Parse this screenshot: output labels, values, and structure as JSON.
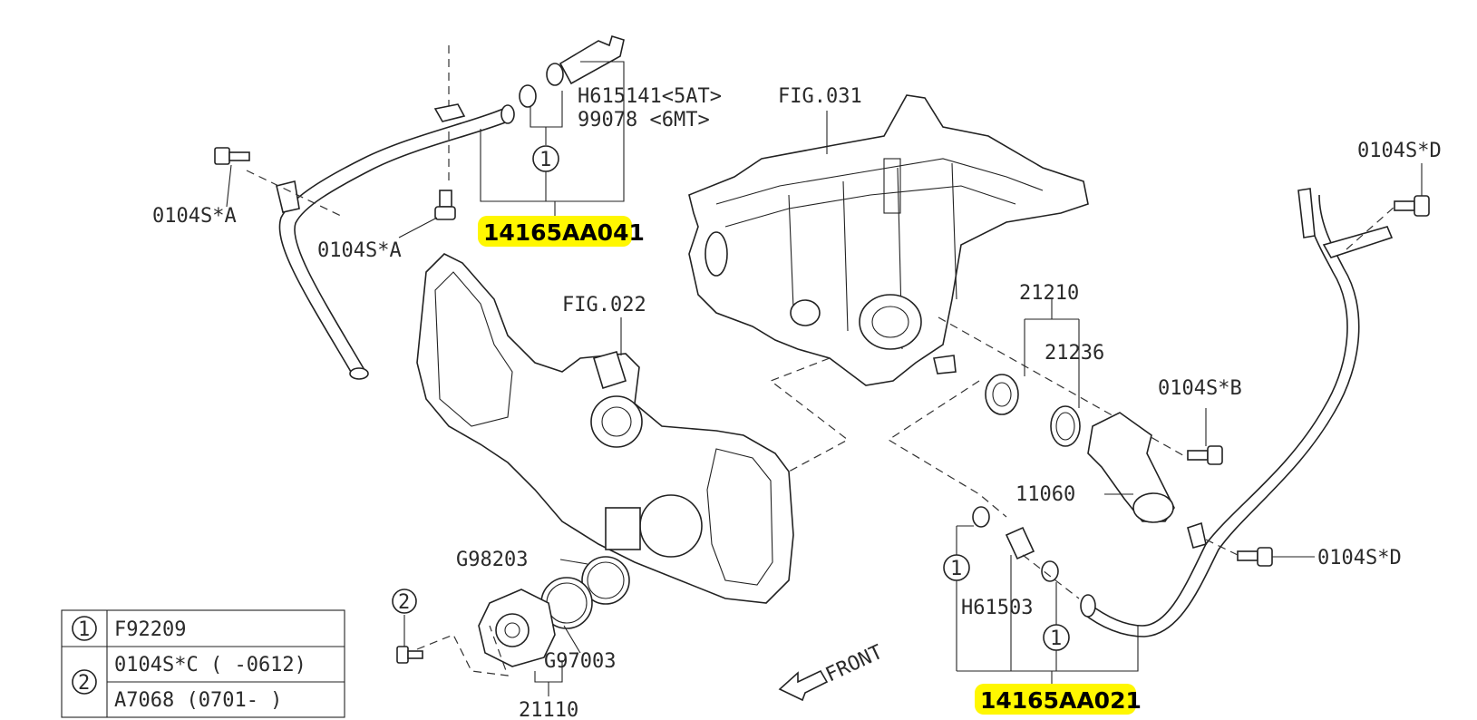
{
  "highlight_color": "#fff700",
  "labels": {
    "hose_upper_5at": "H615141<5AT>",
    "hose_upper_6mt": "99078 <6MT>",
    "fig_031": "FIG.031",
    "bolt_a1": "0104S*A",
    "bolt_a2": "0104S*A",
    "part_upper": "14165AA041",
    "fig_022": "FIG.022",
    "thermostat": "21210",
    "gasket_thermo": "21236",
    "bolt_b": "0104S*B",
    "bolt_d_top": "0104S*D",
    "bolt_d_right": "0104S*D",
    "thermo_cover": "11060",
    "gasket_g98203": "G98203",
    "gasket_g97003": "G97003",
    "water_pump": "21110",
    "hose_lower": "H61503",
    "part_lower": "14165AA021",
    "front": "FRONT",
    "ref1_upper": "1",
    "ref1_lower_left": "1",
    "ref1_lower_mid": "1",
    "ref2": "2"
  },
  "legend": {
    "rows": [
      {
        "ref": "1",
        "value": "F92209"
      },
      {
        "ref": "2",
        "value": "0104S*C ( -0612)"
      },
      {
        "ref": "",
        "value": "A7068  (0701- )"
      }
    ]
  }
}
